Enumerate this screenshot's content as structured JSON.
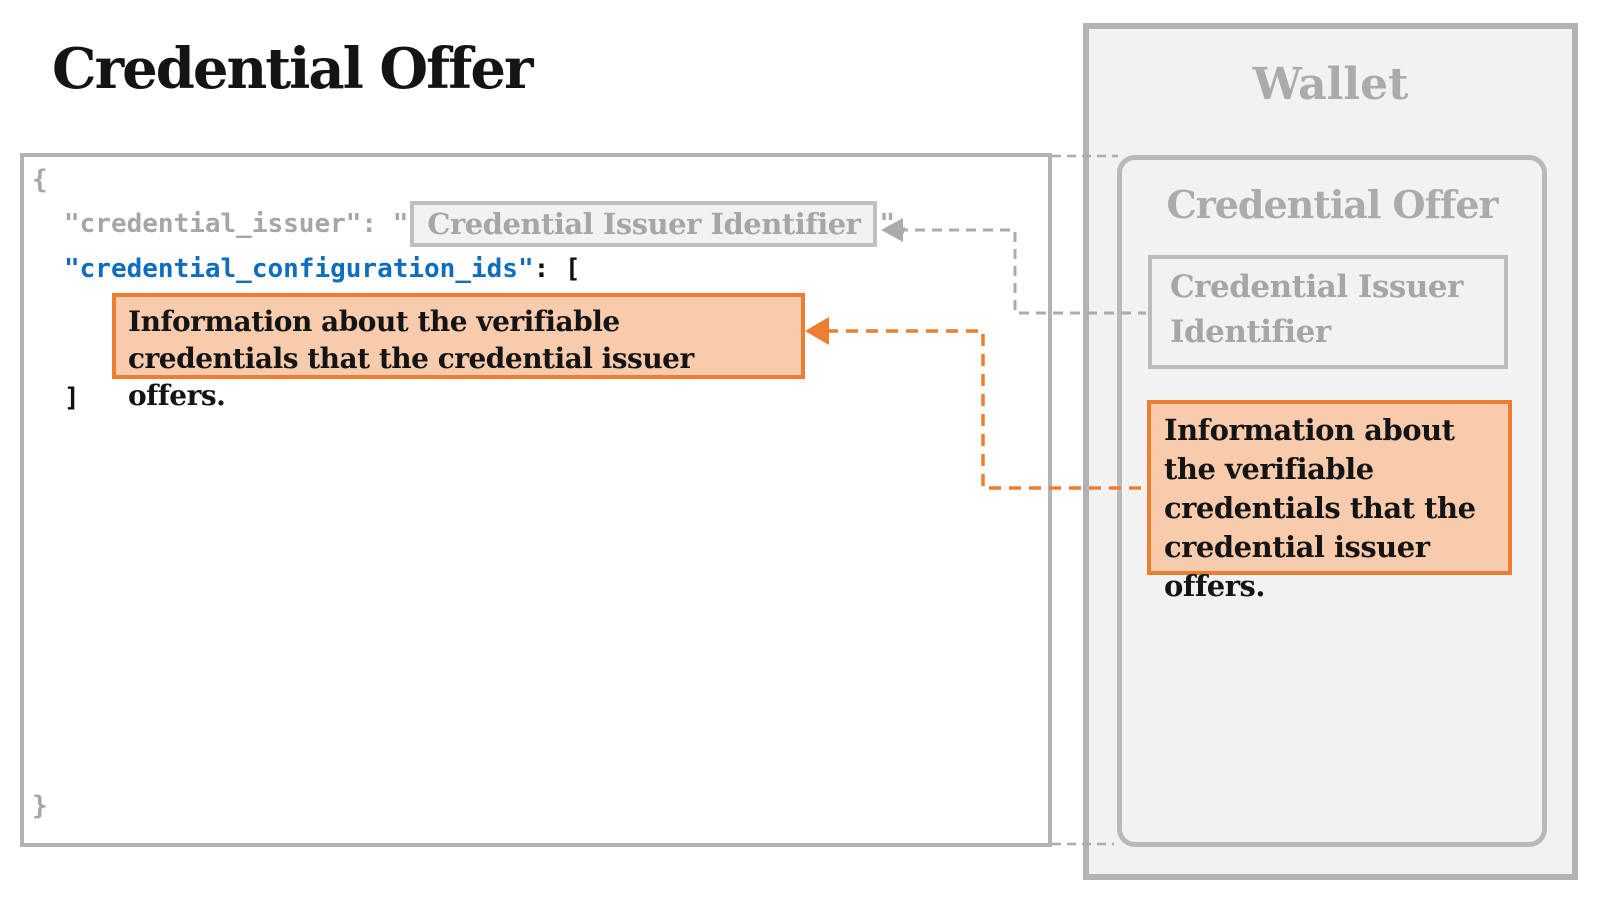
{
  "title": "Credential Offer",
  "json_panel": {
    "open_brace": "{",
    "issuer_line": {
      "key": "\"credential_issuer\": \"",
      "placeholder": "Credential Issuer Identifier",
      "close": "\","
    },
    "config_line": {
      "key": "\"credential_configuration_ids\"",
      "rest": ": ["
    },
    "annotation": "Information about the verifiable credentials that the credential issuer offers.",
    "close_bracket": "]",
    "close_brace": "}"
  },
  "wallet": {
    "title": "Wallet",
    "offer_title": "Credential Offer",
    "issuer_identifier": "Credential Issuer Identifier",
    "annotation": "Information about the verifiable credentials that the credential issuer offers."
  },
  "colors": {
    "accent_orange": "#ED7D31",
    "orange_fill": "#F8CBAD",
    "border_gray": "#B3B3B3",
    "gray_text": "#A6A6A6",
    "code_blue": "#0E6DBE",
    "panel_fill": "#F2F2F2",
    "text_black": "#141414"
  }
}
